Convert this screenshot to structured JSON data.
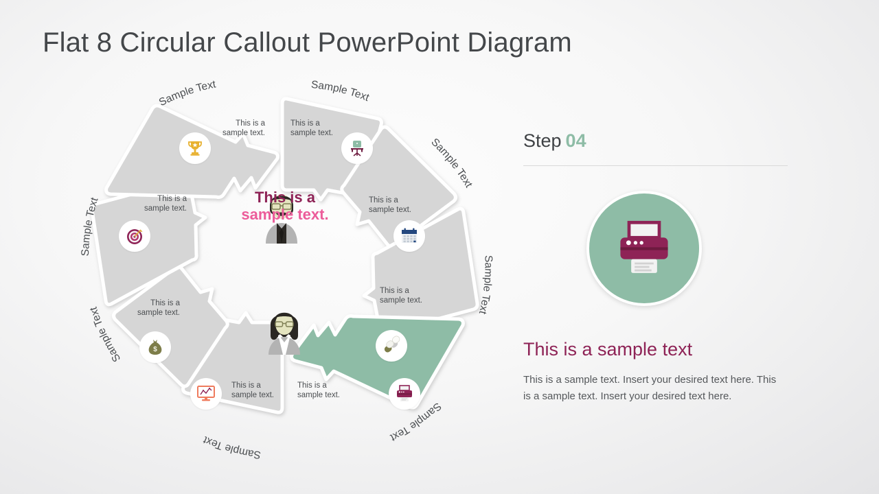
{
  "slide": {
    "title": "Flat 8 Circular Callout PowerPoint Diagram"
  },
  "colors": {
    "accent_green": "#8ebca6",
    "segment_gray": "#d6d6d6",
    "magenta_dark": "#8e2356",
    "pink_bright": "#ec5c9a",
    "text_dark": "#44474a",
    "text_body": "#55585b"
  },
  "wheel": {
    "center": {
      "headline_line1": "This is a",
      "headline_line2": "sample text.",
      "avatar_top": "man-avatar",
      "avatar_bottom": "woman-avatar"
    },
    "segments": [
      {
        "id": 1,
        "outer_label": "Sample Text",
        "body": "This is a sample text.",
        "icon": "office-chair-icon",
        "highlighted": false
      },
      {
        "id": 2,
        "outer_label": "Sample Text",
        "body": "This is a sample text.",
        "icon": "calendar-icon",
        "highlighted": false
      },
      {
        "id": 3,
        "outer_label": "Sample Text",
        "body": "This is a sample text.",
        "icon": "pills-icon",
        "highlighted": false
      },
      {
        "id": 4,
        "outer_label": "Sample Text",
        "body": "This is a sample text.",
        "icon": "printer-icon",
        "highlighted": true
      },
      {
        "id": 5,
        "outer_label": "Sample Text",
        "body": "This is a sample text.",
        "icon": "monitor-chart-icon",
        "highlighted": false
      },
      {
        "id": 6,
        "outer_label": "Sample Text",
        "body": "This is a sample text.",
        "icon": "money-bag-icon",
        "highlighted": false
      },
      {
        "id": 7,
        "outer_label": "Sample Text",
        "body": "This is a sample text.",
        "icon": "target-dartboard-icon",
        "highlighted": false
      },
      {
        "id": 8,
        "outer_label": "Sample Text",
        "body": "This is a sample text.",
        "icon": "trophy-icon",
        "highlighted": false
      }
    ]
  },
  "panel": {
    "step_label": "Step",
    "step_number": "04",
    "icon": "printer-icon",
    "heading": "This is a sample text",
    "body": "This is a sample text. Insert your desired text here. This is a sample text. Insert your desired text here."
  }
}
